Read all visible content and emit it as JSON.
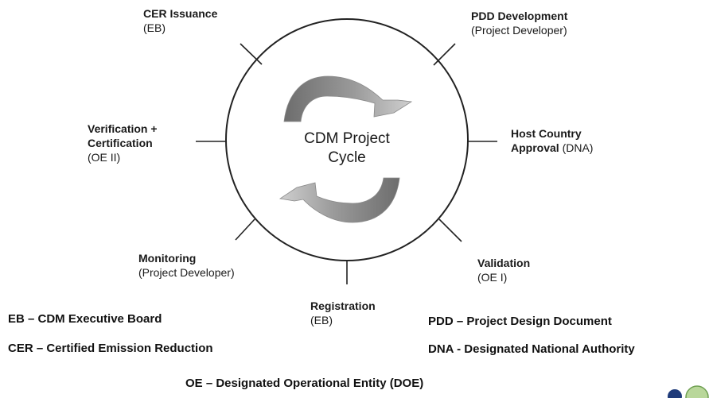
{
  "diagram": {
    "center_line1": "CDM Project",
    "center_line2": "Cycle",
    "stages": {
      "pdd": {
        "title": "PDD Development",
        "sub": "(Project Developer)"
      },
      "host": {
        "title1": "Host Country",
        "title2": "Approval",
        "inline": " (DNA)"
      },
      "validation": {
        "title": "Validation",
        "sub": "(OE I)"
      },
      "registration": {
        "title": "Registration",
        "sub": "(EB)"
      },
      "monitoring": {
        "title": "Monitoring",
        "sub": "(Project Developer)"
      },
      "verification": {
        "title1": "Verification +",
        "title2": "Certification",
        "sub": "(OE II)"
      },
      "issuance": {
        "title": "CER Issuance",
        "sub": "(EB)"
      }
    }
  },
  "legend": {
    "eb": "EB – CDM Executive Board",
    "cer": "CER – Certified Emission Reduction",
    "pdd": "PDD – Project Design Document",
    "dna": "DNA - Designated National Authority",
    "oe": "OE – Designated Operational Entity (DOE)"
  },
  "colors": {
    "arrow_dark": "#7a7a7a",
    "arrow_light": "#c4c4c4",
    "circle_stroke": "#222222"
  }
}
